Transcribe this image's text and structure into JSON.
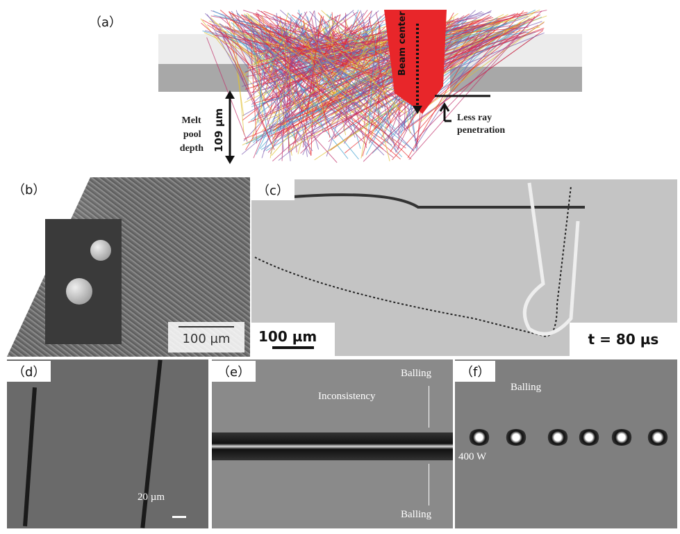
{
  "panels": {
    "a": {
      "label": "（a）",
      "beam_center": "Beam center",
      "depth_value": "109 µm",
      "melt_pool_depth": [
        "Melt",
        "pool",
        "depth"
      ],
      "less_ray": [
        "Less ray",
        "penetration"
      ]
    },
    "b": {
      "label": "（b）",
      "scale": "100 µm"
    },
    "c": {
      "label": "（c）",
      "scale": "100 µm",
      "time": "t = 80 µs"
    },
    "d": {
      "label": "（d）",
      "scale": "20 µm"
    },
    "e": {
      "label": "（e）",
      "annotations": [
        "Balling",
        "Inconsistency",
        "Balling"
      ]
    },
    "f": {
      "label": "（f）",
      "annotations": [
        "Balling",
        "400 W"
      ]
    }
  },
  "colors": {
    "beam": "#e8262a",
    "ray_blue": "#3fa0d0",
    "powder": "#9a9a9a"
  }
}
